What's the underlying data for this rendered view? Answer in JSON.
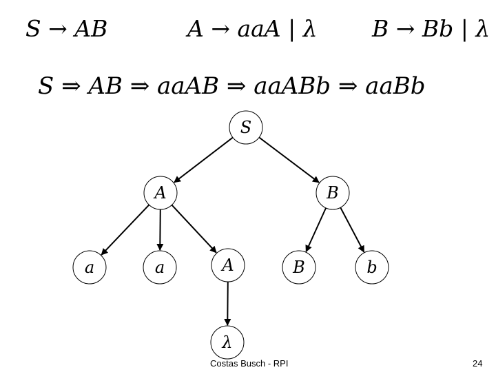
{
  "grammar_rules": [
    "S → AB",
    "A → aaA | λ",
    "B → Bb | λ"
  ],
  "derivation": "S ⇒ AB ⇒ aaAB ⇒ aaABb ⇒ aaBb",
  "tree": {
    "nodes": [
      {
        "id": "S",
        "label": "S"
      },
      {
        "id": "A",
        "label": "A"
      },
      {
        "id": "B",
        "label": "B"
      },
      {
        "id": "a1",
        "label": "a"
      },
      {
        "id": "a2",
        "label": "a"
      },
      {
        "id": "A2",
        "label": "A"
      },
      {
        "id": "B2",
        "label": "B"
      },
      {
        "id": "b",
        "label": "b"
      },
      {
        "id": "lambda",
        "label": "λ"
      }
    ],
    "edges": [
      [
        "S",
        "A"
      ],
      [
        "S",
        "B"
      ],
      [
        "A",
        "a1"
      ],
      [
        "A",
        "a2"
      ],
      [
        "A",
        "A2"
      ],
      [
        "B",
        "B2"
      ],
      [
        "B",
        "b"
      ],
      [
        "A2",
        "lambda"
      ]
    ]
  },
  "footer": {
    "author": "Costas Busch - RPI",
    "page_number": "24"
  }
}
